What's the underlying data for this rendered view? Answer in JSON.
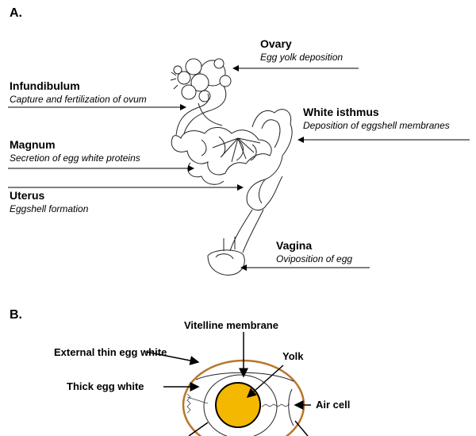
{
  "panel_a": {
    "letter": "A.",
    "labels": {
      "ovary": {
        "name": "Ovary",
        "desc": "Egg yolk deposition"
      },
      "infundibulum": {
        "name": "Infundibulum",
        "desc": "Capture and fertilization of ovum"
      },
      "white_isthmus": {
        "name": "White isthmus",
        "desc": "Deposition of eggshell membranes"
      },
      "magnum": {
        "name": "Magnum",
        "desc": "Secretion of egg white proteins"
      },
      "uterus": {
        "name": "Uterus",
        "desc": "Eggshell formation"
      },
      "vagina": {
        "name": "Vagina",
        "desc": "Oviposition of egg"
      }
    }
  },
  "panel_b": {
    "letter": "B.",
    "labels": {
      "vitelline": "Vitelline membrane",
      "ext_thin": "External thin egg white",
      "yolk": "Yolk",
      "thick": "Thick egg white",
      "air_cell": "Air cell"
    },
    "colors": {
      "shell": "#b8772a",
      "yolk": "#f5b800",
      "yolk_stroke": "#000000"
    }
  }
}
